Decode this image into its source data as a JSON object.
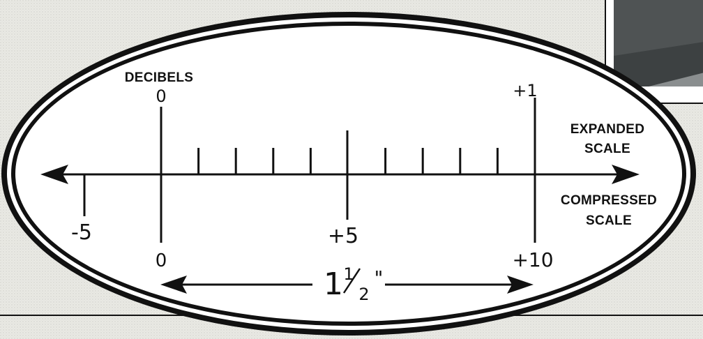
{
  "diagram": {
    "top_label": "DECIBELS",
    "expanded_scale": {
      "line1": "EXPANDED",
      "line2": "SCALE",
      "start_label": "0",
      "end_label": "+1"
    },
    "compressed_scale": {
      "line1": "COMPRESSED",
      "line2": "SCALE",
      "labels": [
        "-5",
        "0",
        "+5",
        "+10"
      ]
    },
    "dimension": {
      "whole": "1",
      "numerator": "1",
      "denominator": "2",
      "unit": "\""
    },
    "colors": {
      "ink": "#111111",
      "paper": "#ffffff",
      "background": "#e7e7e2"
    }
  }
}
